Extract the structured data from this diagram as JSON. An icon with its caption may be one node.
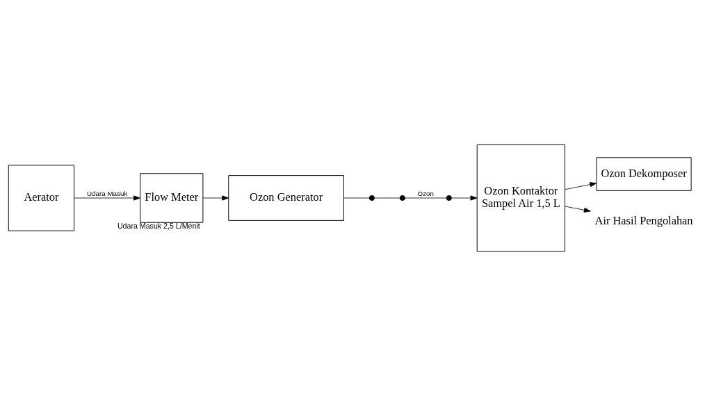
{
  "diagram": {
    "nodes": [
      {
        "text": [
          "Aerator"
        ]
      },
      {
        "text": [
          "Flow Meter"
        ],
        "beside": [
          "Udara Masuk 2,5 L/Menit"
        ]
      },
      {
        "text": [
          "Ozon Generator"
        ]
      },
      {
        "text": [],
        "shape": "circle"
      },
      {
        "text": [],
        "shape": "circle"
      },
      {
        "text": [],
        "shape": "circle"
      },
      {
        "text": [
          "Ozon Kontaktor",
          "Sampel Air 1,5 L"
        ]
      },
      {
        "text": [
          "Ozon Dekomposer"
        ]
      },
      {
        "text": [
          "Air Hasil Pengolahan"
        ]
      }
    ],
    "edges": [
      {
        "from": 0,
        "to": 1,
        "arrow": "to",
        "label": "Udara Masuk"
      },
      {
        "from": 1,
        "to": 2,
        "arrow": "to"
      },
      {
        "from": 2,
        "to": 3,
        "arrow": "none"
      },
      {
        "from": 3,
        "to": 4,
        "arrow": "none"
      },
      {
        "from": 4,
        "to": 5,
        "arrow": "none",
        "label": "Ozon"
      },
      {
        "from": 5,
        "to": 6,
        "arrow": "to"
      },
      {
        "from": 6,
        "to": 7,
        "arrow": "to"
      },
      {
        "from": 6,
        "to": 8,
        "arrow": "to"
      }
    ]
  }
}
